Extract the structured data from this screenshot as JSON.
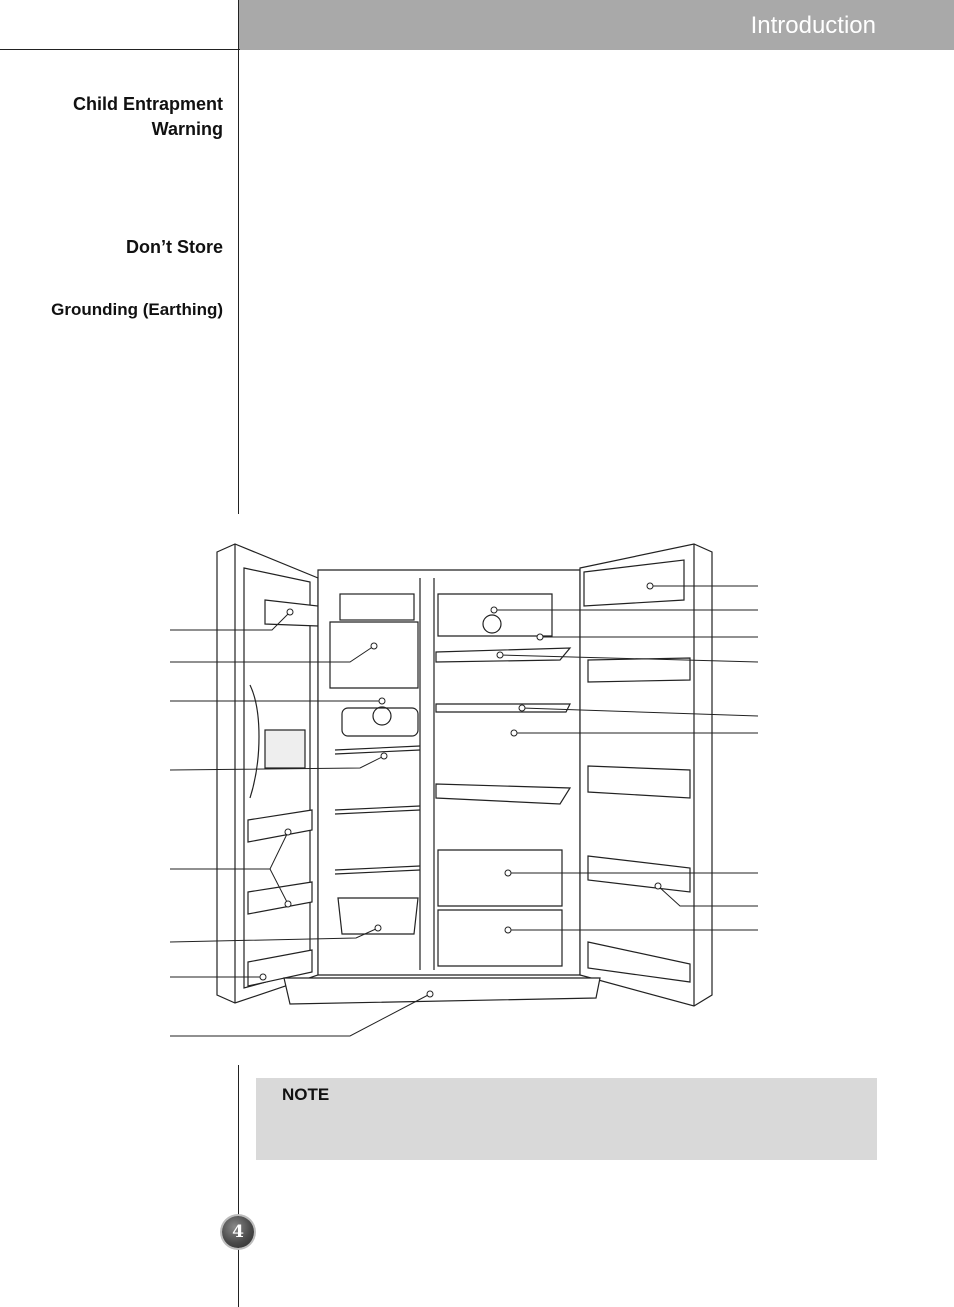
{
  "header": {
    "title": "Introduction"
  },
  "sidebar": {
    "headings": [
      {
        "line1": "Child Entrapment",
        "line2": "Warning"
      },
      {
        "line1": "Don’t Store"
      },
      {
        "line1": "Grounding (Earthing)"
      }
    ]
  },
  "note": {
    "label": "NOTE"
  },
  "page": {
    "number": "4"
  },
  "colors": {
    "header_bg": "#a9a9a9",
    "note_bg": "#d9d9d9"
  }
}
